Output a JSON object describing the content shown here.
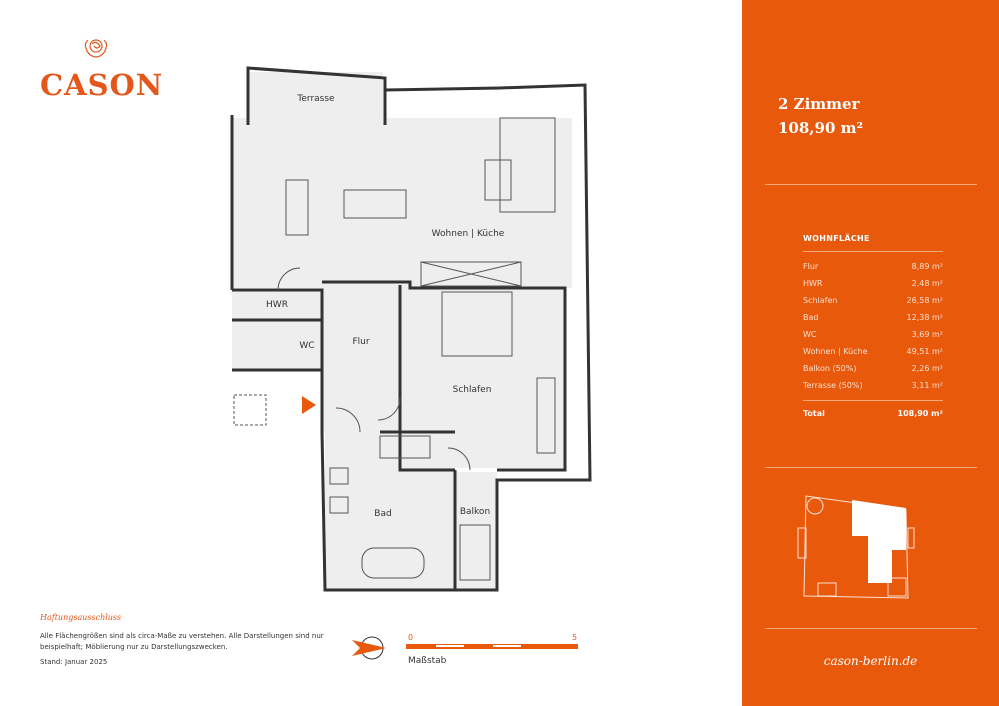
{
  "brand": {
    "name": "CASON",
    "logo_icon": "rose-icon"
  },
  "plan": {
    "rooms": {
      "terrasse": "Terrasse",
      "wohnen": "Wohnen | Küche",
      "hwr": "HWR",
      "wc": "WC",
      "flur": "Flur",
      "schlafen": "Schlafen",
      "bad": "Bad",
      "balkon": "Balkon"
    },
    "entrance_icon": "triangle-right-icon"
  },
  "disclaimer": {
    "title": "Haftungsausschluss",
    "text": "Alle Flächengrößen sind als circa-Maße zu verstehen. Alle Darstellungen sind nur beispielhaft; Möblierung nur zu Darstellungszwecken.",
    "date": "Stand: Januar 2025"
  },
  "scale": {
    "start": "0",
    "end": "5",
    "label": "Maßstab",
    "compass_icon": "north-arrow-icon"
  },
  "summary": {
    "rooms": "2 Zimmer",
    "area": "108,90 m²",
    "table_title": "WOHNFLÄCHE",
    "rows": [
      {
        "name": "Flur",
        "value": "8,89 m²"
      },
      {
        "name": "HWR",
        "value": "2,48 m²"
      },
      {
        "name": "Schlafen",
        "value": "26,58 m²"
      },
      {
        "name": "Bad",
        "value": "12,38 m²"
      },
      {
        "name": "WC",
        "value": "3,69 m²"
      },
      {
        "name": "Wohnen | Küche",
        "value": "49,51 m²"
      },
      {
        "name": "Balkon (50%)",
        "value": "2,26 m²"
      },
      {
        "name": "Terrasse (50%)",
        "value": "3,11 m²"
      }
    ],
    "total_label": "Total",
    "total_value": "108,90 m²"
  },
  "website": "cason-berlin.de",
  "colors": {
    "accent": "#E8590C",
    "plan_fill": "#EEEEEE",
    "wall": "#333333"
  }
}
